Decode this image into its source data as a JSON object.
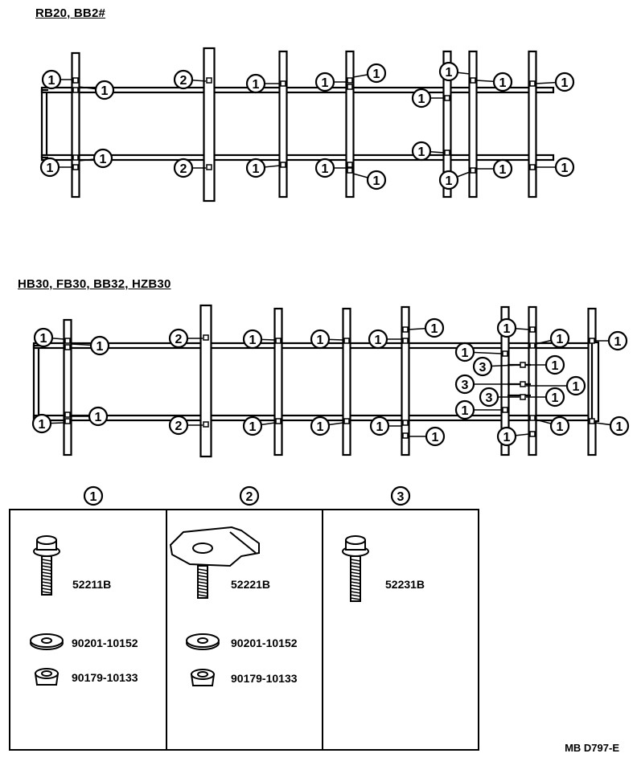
{
  "headings": {
    "top": "RB20, BB2#",
    "bottom": "HB30, FB30, BB32, HZB30"
  },
  "callouts": {
    "one": "1",
    "two": "2",
    "three": "3"
  },
  "kits": [
    {
      "marker": "1",
      "bolt": "52211B",
      "washer": "90201-10152",
      "nut": "90179-10133"
    },
    {
      "marker": "2",
      "bolt": "52221B",
      "washer": "90201-10152",
      "nut": "90179-10133"
    },
    {
      "marker": "3",
      "bolt": "52231B"
    }
  ],
  "drawing_code": "MB D797-E",
  "colors": {
    "ink": "#000000",
    "paper": "#ffffff"
  }
}
